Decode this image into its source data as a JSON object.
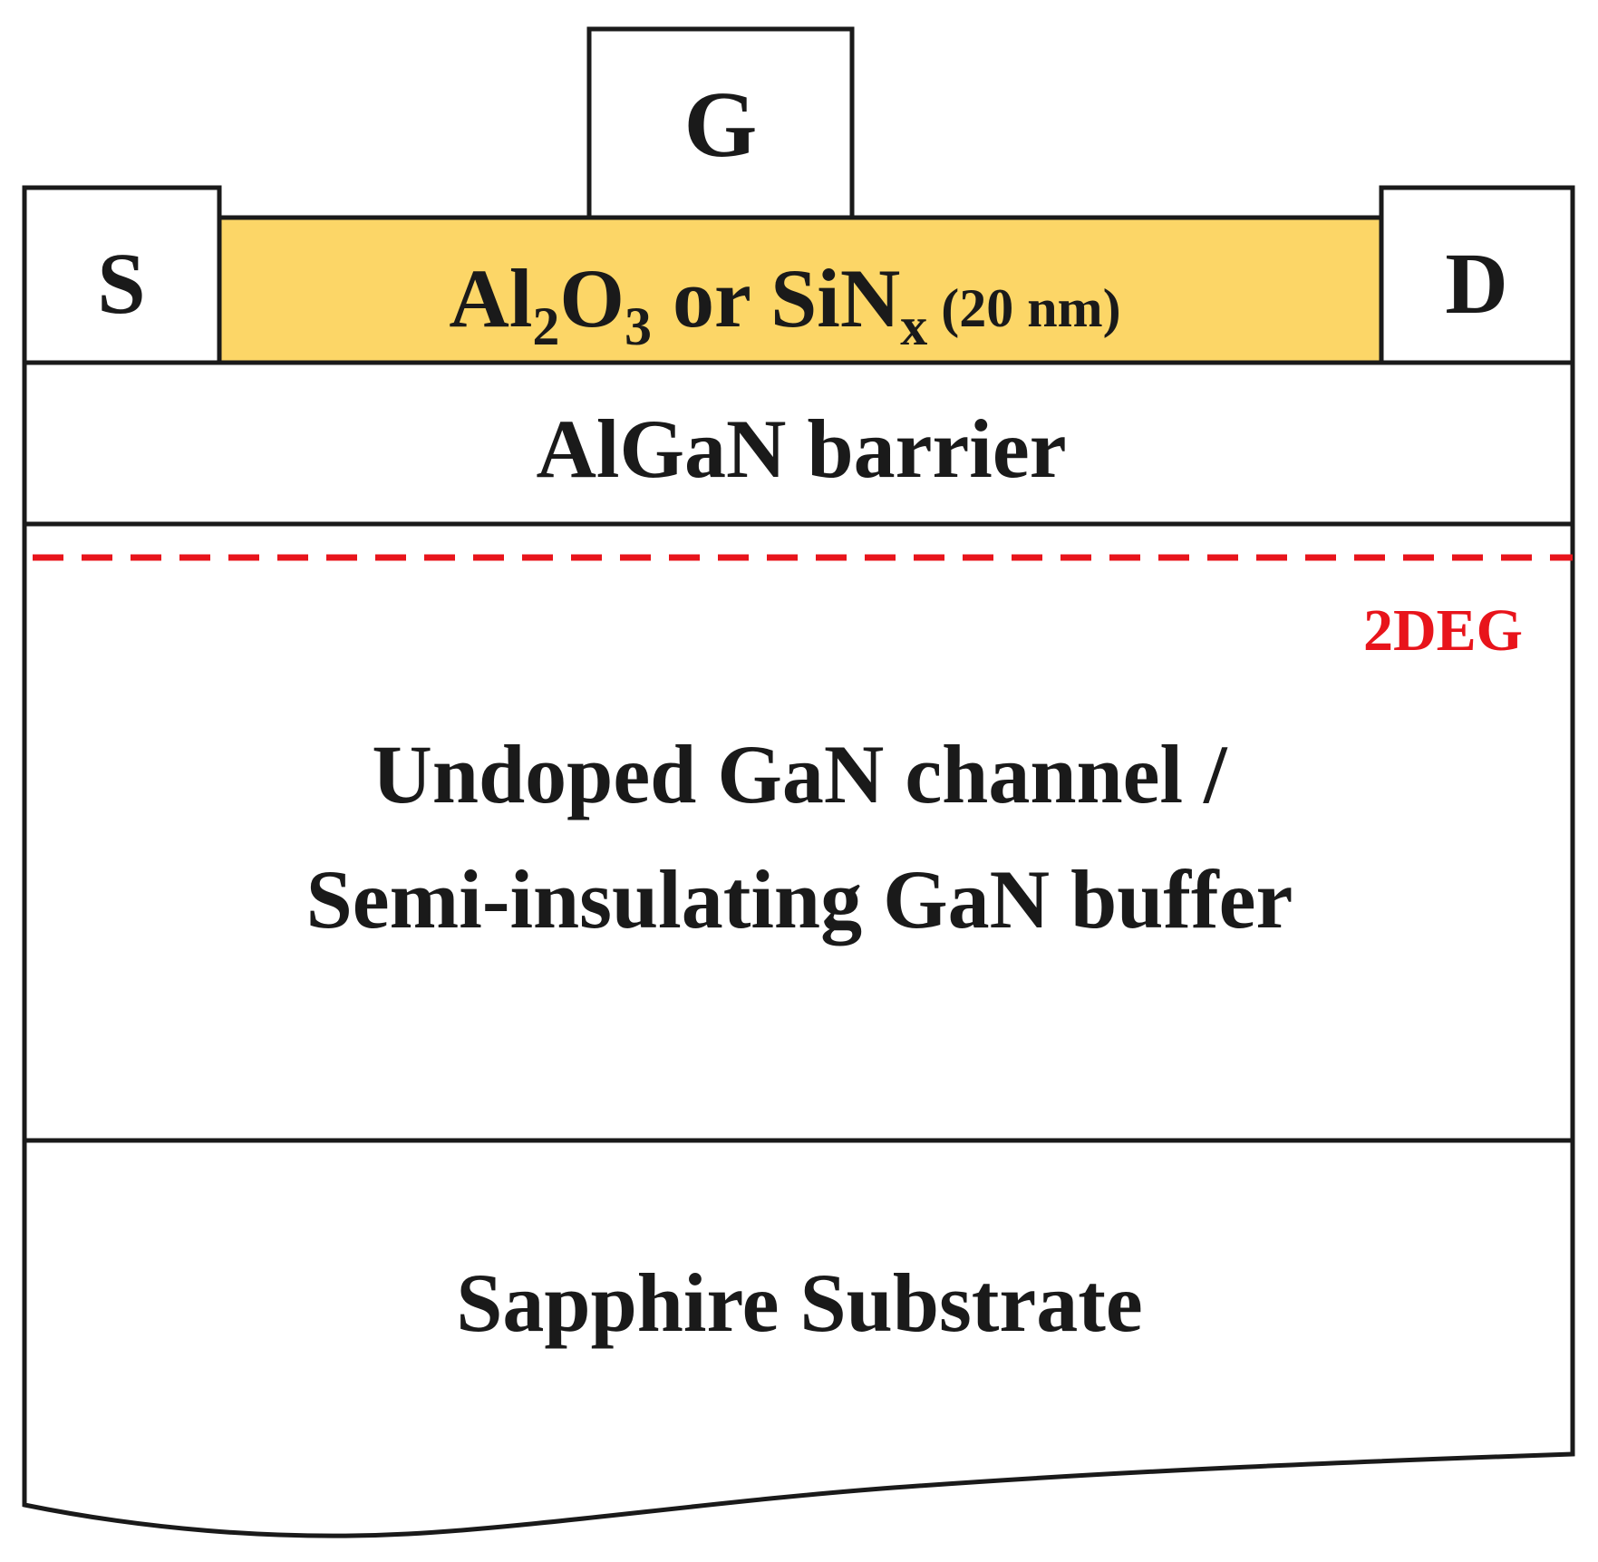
{
  "colors": {
    "outline": "#1a1a1a",
    "background": "#ffffff",
    "oxide_fill": "#fcd667",
    "text": "#1a1a1a",
    "twodeg": "#e8141b"
  },
  "diagram": {
    "gate": {
      "label": "G"
    },
    "source": {
      "label": "S"
    },
    "drain": {
      "label": "D"
    },
    "oxide": {
      "part1": "Al",
      "sub1": "2",
      "part2": "O",
      "sub2": "3",
      "part3": " or SiN",
      "sub3": "x",
      "thickness": " (20 nm)"
    },
    "barrier": {
      "label": "AlGaN barrier"
    },
    "twodeg": {
      "label": "2DEG"
    },
    "channel": {
      "line1": "Undoped GaN channel /",
      "line2": "Semi-insulating GaN buffer"
    },
    "substrate": {
      "label": "Sapphire Substrate"
    }
  }
}
